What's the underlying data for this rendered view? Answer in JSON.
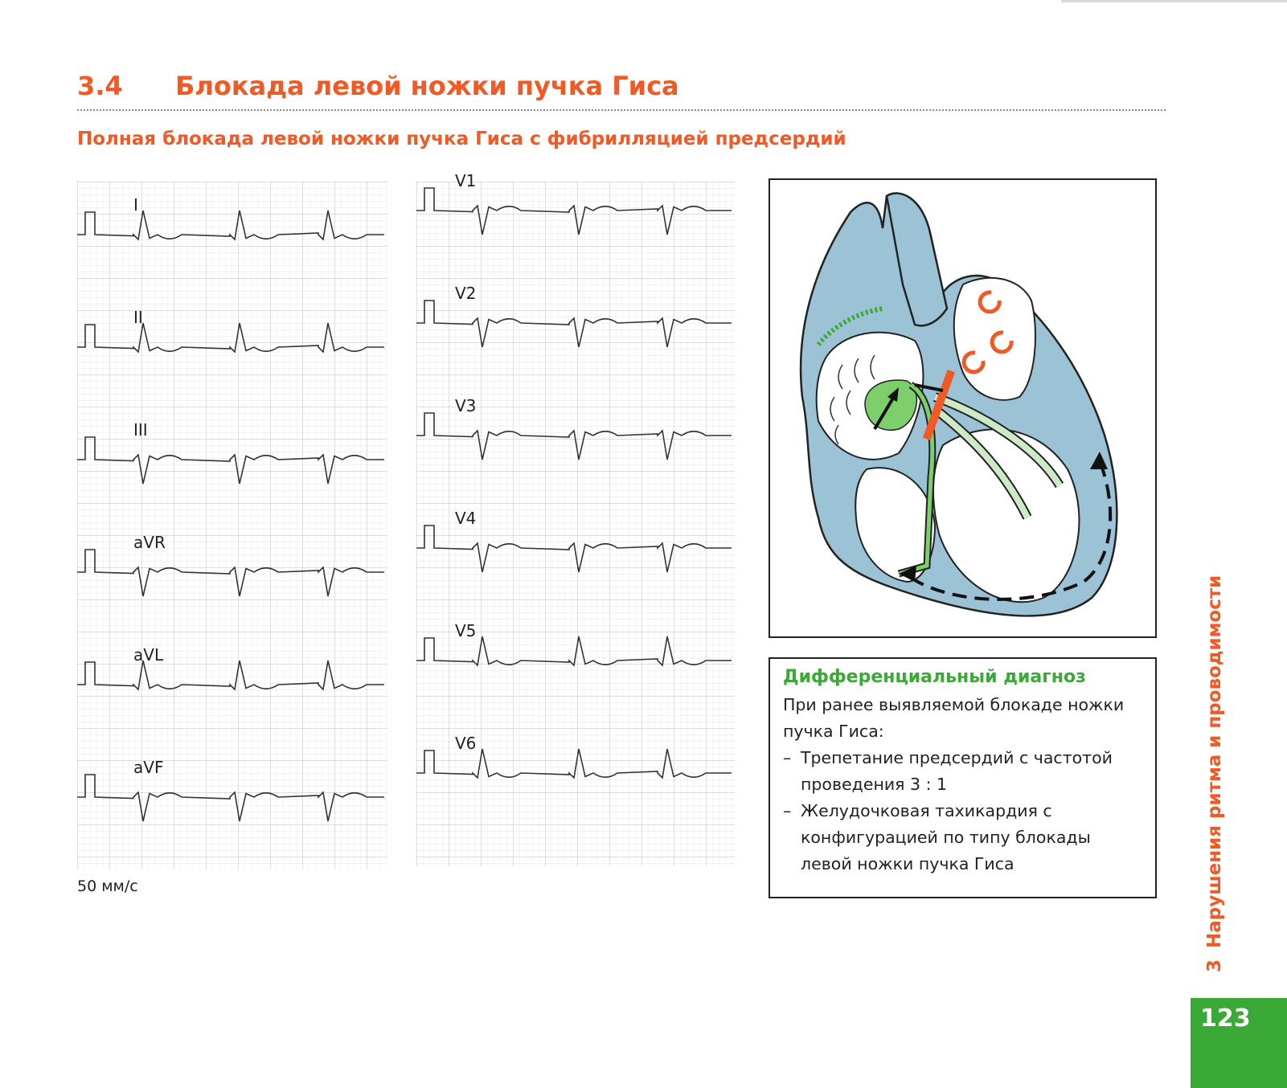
{
  "header": {
    "section_number": "3.4",
    "section_title": "Блокада левой ножки пучка Гиса",
    "subtitle": "Полная блокада левой ножки пучка Гиса с фибрилляцией предсердий"
  },
  "ecg": {
    "limb_leads": [
      "I",
      "II",
      "III",
      "aVR",
      "aVL",
      "aVF"
    ],
    "chest_leads": [
      "V1",
      "V2",
      "V3",
      "V4",
      "V5",
      "V6"
    ],
    "paper_speed": "50 мм/с",
    "grid_color": "#c9c9c9",
    "trace_color": "#333333"
  },
  "diff_diagnosis": {
    "heading": "Дифференциальный диагноз",
    "intro": "При ранее выявляемой блокаде ножки пучка Гиса:",
    "items": [
      "Трепетание предсердий с частотой проведения 3 : 1",
      "Желудочковая тахикардия с конфигурацией по типу блокады левой ножки пучка Гиса"
    ]
  },
  "side_tab": {
    "chapter_number": "3",
    "chapter_title": "Нарушения ритма и проводимости"
  },
  "page_number": "123",
  "colors": {
    "accent_orange": "#f15a24",
    "accent_green": "#3aa935",
    "heart_blue": "#9cc3d5",
    "conduction_green": "#7ccf6a"
  },
  "icons": [
    "heart-diagram-icon"
  ]
}
